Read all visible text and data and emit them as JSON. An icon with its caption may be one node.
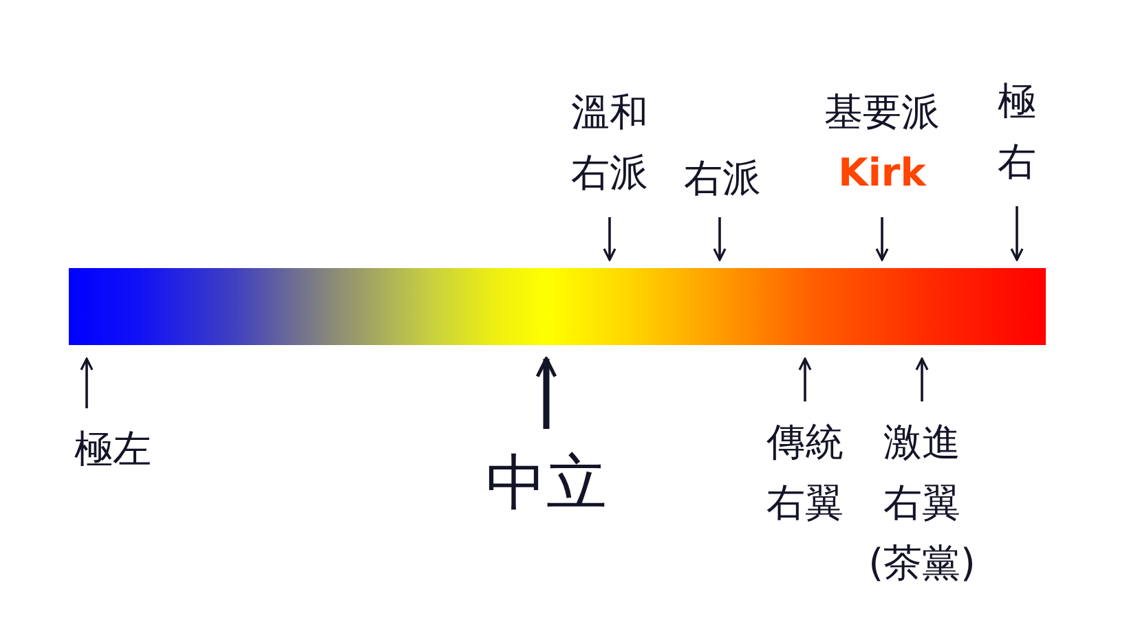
{
  "diagram": {
    "nodes": [
      {
        "text": [],
        "shape": "bar"
      },
      {
        "text": [
          "溫和右派"
        ]
      },
      {
        "text": [
          "右派"
        ]
      },
      {
        "text": [
          "基要派",
          "Kirk"
        ]
      },
      {
        "text": [
          "極右"
        ]
      },
      {
        "text": [
          "極左"
        ]
      },
      {
        "text": [
          "中立"
        ]
      },
      {
        "text": [
          "傳統右翼"
        ]
      },
      {
        "text": [
          "激進右翼(茶黨)"
        ]
      }
    ],
    "edges": [
      {
        "from": 1,
        "to": 0,
        "arrow": "to"
      },
      {
        "from": 2,
        "to": 0,
        "arrow": "to"
      },
      {
        "from": 3,
        "to": 0,
        "arrow": "to"
      },
      {
        "from": 4,
        "to": 0,
        "arrow": "to"
      },
      {
        "from": 5,
        "to": 0,
        "arrow": "to"
      },
      {
        "from": 6,
        "to": 0,
        "arrow": "to",
        "style": "thick"
      },
      {
        "from": 7,
        "to": 0,
        "arrow": "to"
      },
      {
        "from": 8,
        "to": 0,
        "arrow": "to"
      }
    ]
  }
}
